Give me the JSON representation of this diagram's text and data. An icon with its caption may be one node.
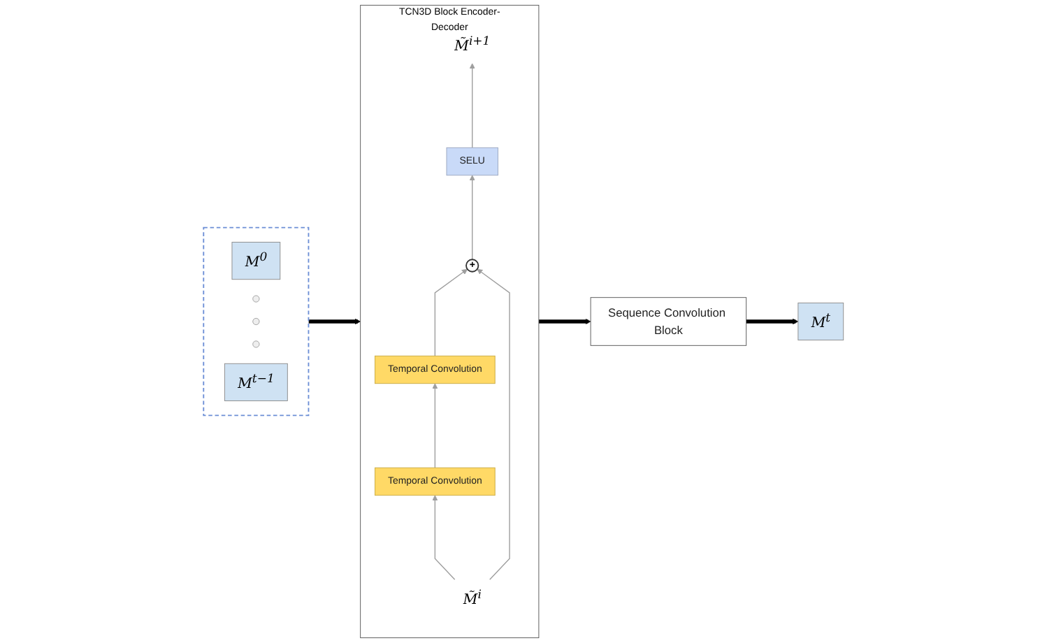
{
  "diagram": {
    "nodes": [
      {
        "text": [],
        "shape": "box"
      },
      {
        "text": [
          "M$^{0}$"
        ],
        "in": 0
      },
      {
        "text": [],
        "shape": "circle",
        "in": 0
      },
      {
        "text": [],
        "shape": "circle",
        "in": 0
      },
      {
        "text": [],
        "shape": "circle",
        "in": 0
      },
      {
        "text": [
          "M$^{t−1}$"
        ],
        "in": 0
      },
      {
        "text": [
          "TCN3D Block Encoder-Decoder"
        ]
      },
      {
        "text": [
          "M̃$^{i+1}$"
        ],
        "in": 6
      },
      {
        "text": [
          "SELU"
        ],
        "in": 6
      },
      {
        "text": [
          "+"
        ],
        "in": 6
      },
      {
        "text": [
          "Temporal Convolution"
        ],
        "in": 6
      },
      {
        "text": [
          "Temporal Convolution"
        ],
        "in": 6
      },
      {
        "text": [
          "M̃$^{i}$"
        ],
        "in": 6
      },
      {
        "text": [
          "Sequence Convolution Block"
        ]
      },
      {
        "text": [
          "M$^{t}$"
        ]
      }
    ],
    "edges": [
      {
        "from": 0,
        "to": 6,
        "arrow": "to",
        "style": "thick",
        "color": "#000000"
      },
      {
        "from": 12,
        "to": 11,
        "arrow": "to"
      },
      {
        "from": 11,
        "to": 10,
        "arrow": "to"
      },
      {
        "from": 10,
        "to": 9,
        "arrow": "to"
      },
      {
        "from": 9,
        "to": 8,
        "arrow": "to"
      },
      {
        "from": 8,
        "to": 7,
        "arrow": "to"
      },
      {
        "from": 12,
        "to": 9,
        "arrow": "to"
      },
      {
        "from": 6,
        "to": 13,
        "arrow": "to",
        "style": "thick",
        "color": "#000000"
      },
      {
        "from": 13,
        "to": 14,
        "arrow": "to",
        "style": "thick",
        "color": "#000000"
      }
    ]
  }
}
